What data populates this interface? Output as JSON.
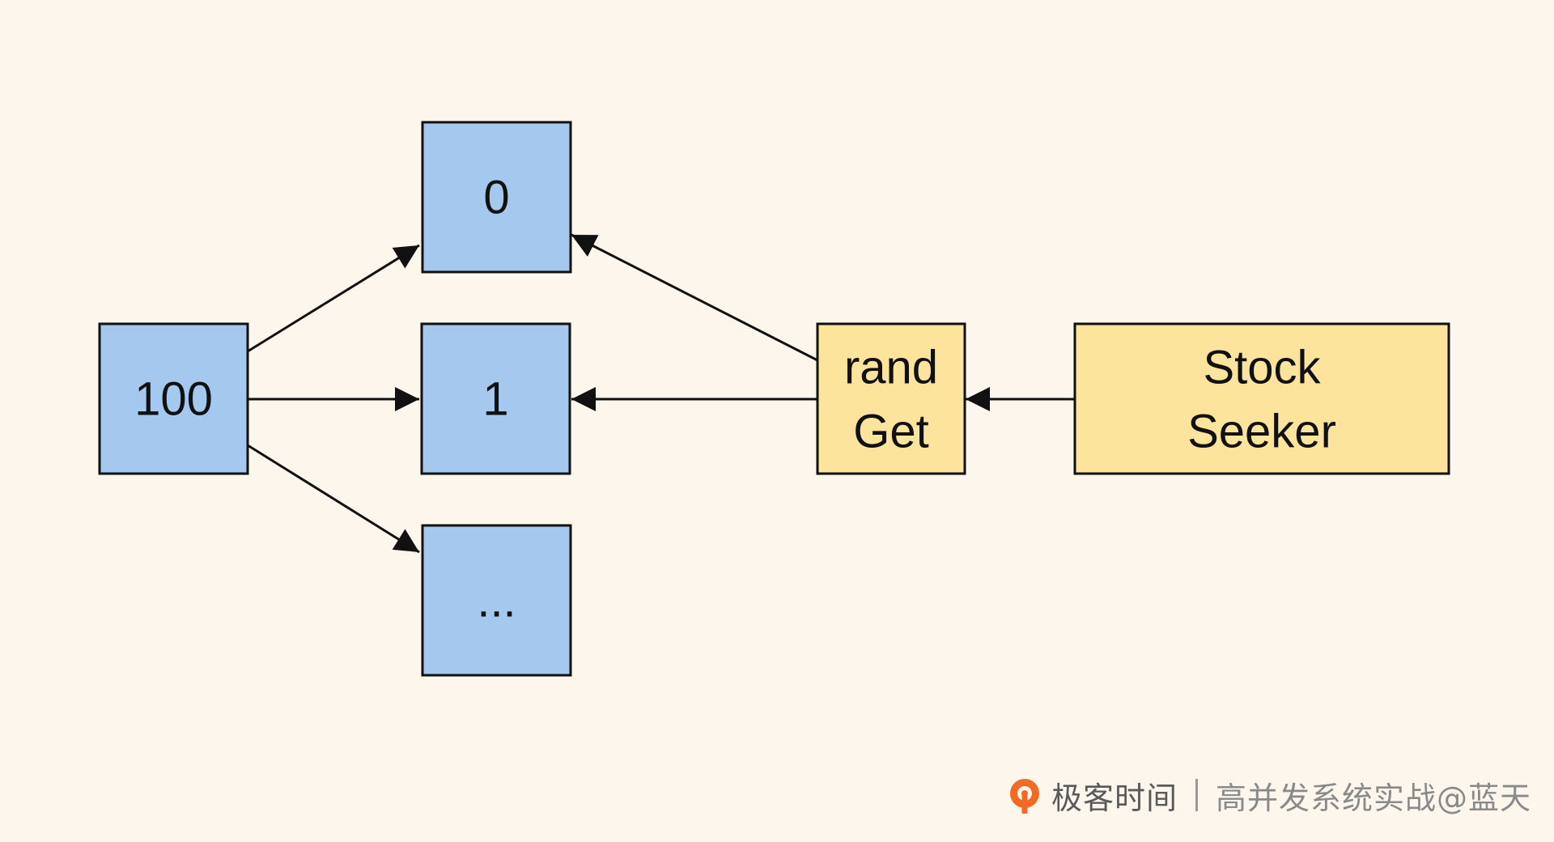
{
  "nodes": {
    "n100": "100",
    "n0": "0",
    "n1": "1",
    "nmore": "...",
    "rand_get": [
      "rand",
      "Get"
    ],
    "stock_seeker": [
      "Stock",
      "Seeker"
    ]
  },
  "colors": {
    "background": "#fdf6ed",
    "blue_fill": "#a5c8ee",
    "yellow_fill": "#fde49d",
    "stroke": "#111111",
    "brand_orange": "#f26a24"
  },
  "footer": {
    "brand_icon": "geektime-logo-icon",
    "brand": "极客时间",
    "course": "高并发系统实战@蓝天"
  }
}
